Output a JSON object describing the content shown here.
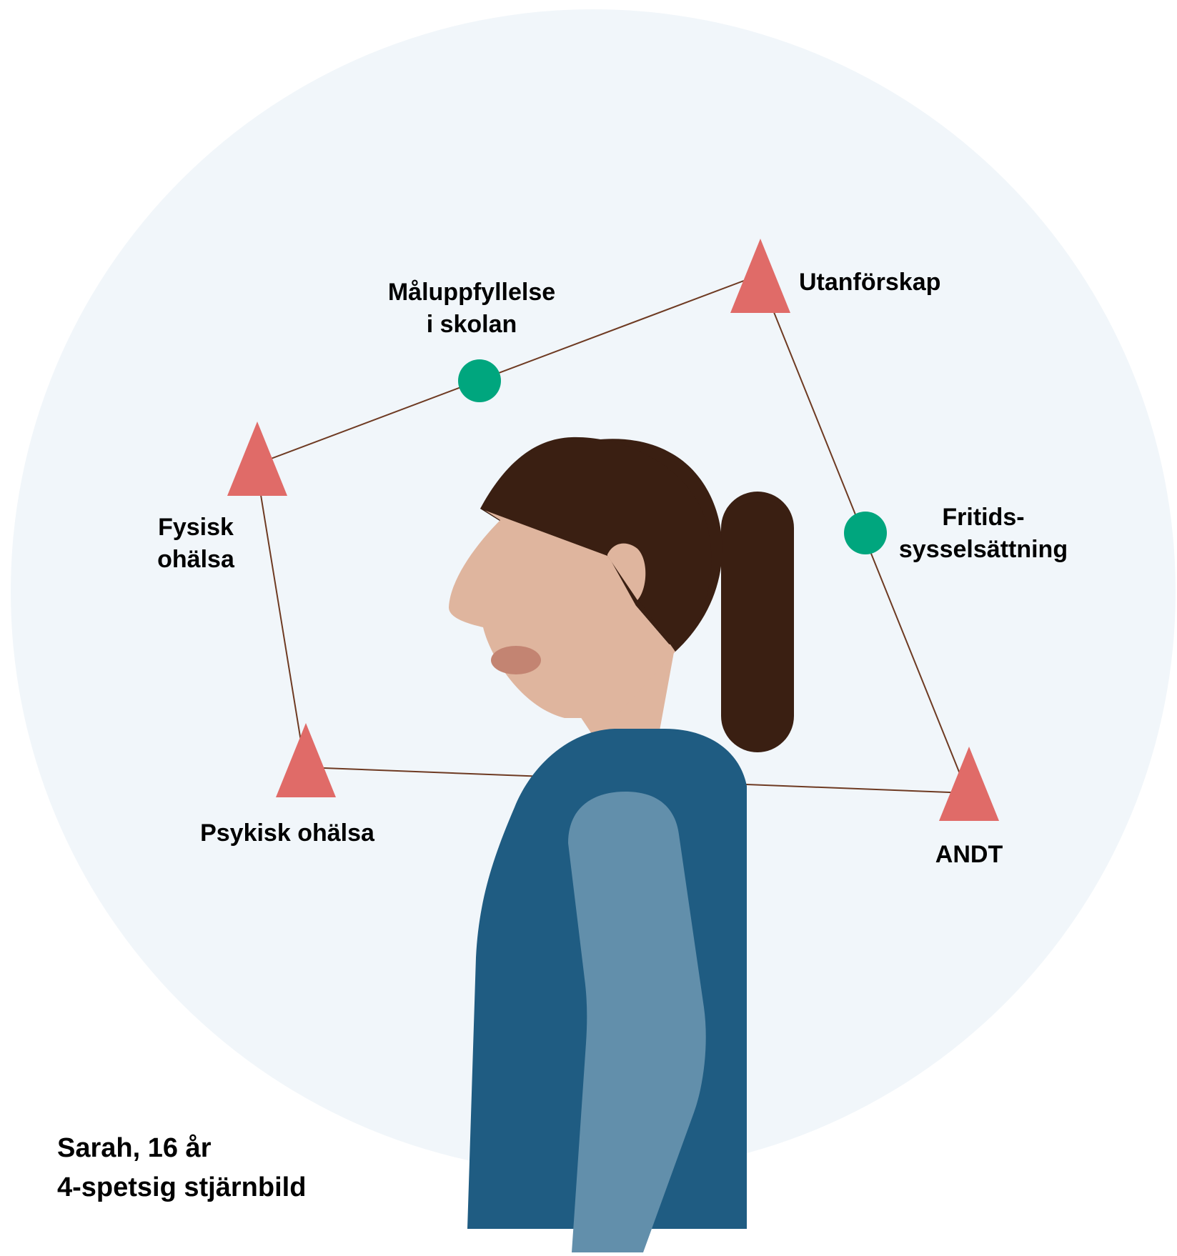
{
  "colors": {
    "background_circle": "#f1f6fa",
    "risk_triangle": "#e06b68",
    "protective_dot": "#00a67e",
    "connector_line": "#6e3a22",
    "hair": "#3a1f12",
    "skin": "#dfb59e",
    "lips": "#c38472",
    "vest": "#1f5c82",
    "sleeve": "#628fab"
  },
  "icons": {
    "risk": "triangle-icon",
    "protective": "circle-icon",
    "person": "person-profile-illustration"
  },
  "factors": {
    "maluppfyllelse": {
      "lines": [
        "Måluppfyllelse",
        "i skolan"
      ],
      "kind": "protective"
    },
    "utanforskap": {
      "lines": [
        "Utanförskap"
      ],
      "kind": "risk"
    },
    "fysisk": {
      "lines": [
        "Fysisk",
        "ohälsa"
      ],
      "kind": "risk"
    },
    "fritid": {
      "lines": [
        "Fritids-",
        "sysselsättning"
      ],
      "kind": "protective"
    },
    "psykisk": {
      "lines": [
        "Psykisk ohälsa"
      ],
      "kind": "risk"
    },
    "andt": {
      "lines": [
        "ANDT"
      ],
      "kind": "risk"
    }
  },
  "caption": {
    "name": "Sarah, 16 år",
    "subtitle": "4-spetsig stjärnbild"
  }
}
